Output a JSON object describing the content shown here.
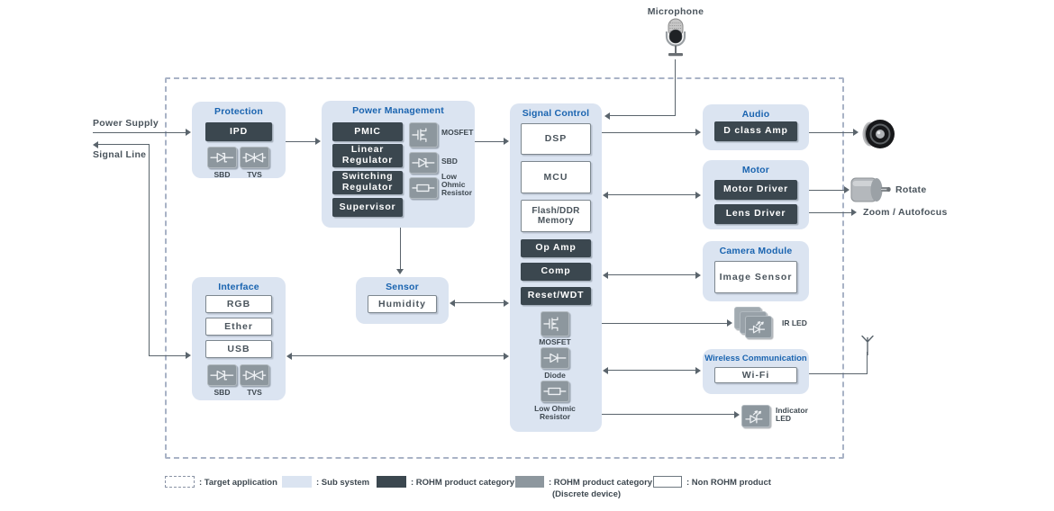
{
  "colors": {
    "subsystem_bg": "#dbe4f1",
    "rohm_dark": "#3b474f",
    "discrete_gray": "#8d979e",
    "title_blue": "#1a64b0",
    "arrow_gray": "#5a646c"
  },
  "external": {
    "microphone": "Microphone",
    "power_supply": "Power Supply",
    "signal_line": "Signal  Line",
    "rotate": "Rotate",
    "zoom_autofocus": "Zoom / Autofocus"
  },
  "subsystems": {
    "protection": {
      "title": "Protection",
      "rohm": [
        "IPD"
      ],
      "discrete": [
        {
          "label": "SBD",
          "icon": "sbd"
        },
        {
          "label": "TVS",
          "icon": "tvs"
        }
      ]
    },
    "power_management": {
      "title": "Power Management",
      "rohm": [
        "PMIC",
        "Linear Regulator",
        "Switching Regulator",
        "Supervisor"
      ],
      "discrete": [
        {
          "label": "MOSFET",
          "icon": "mosfet"
        },
        {
          "label": "SBD",
          "icon": "sbd"
        },
        {
          "label": "Low Ohmic Resistor",
          "icon": "resistor"
        }
      ]
    },
    "signal_control": {
      "title": "Signal Control",
      "non_rohm": [
        "DSP",
        "MCU",
        "Flash/DDR Memory"
      ],
      "rohm": [
        "Op Amp",
        "Comp",
        "Reset/WDT"
      ],
      "discrete": [
        {
          "label": "MOSFET",
          "icon": "mosfet"
        },
        {
          "label": "Diode",
          "icon": "diode"
        },
        {
          "label": "Low Ohmic Resistor",
          "icon": "resistor"
        }
      ]
    },
    "audio": {
      "title": "Audio",
      "rohm": [
        "D class Amp"
      ]
    },
    "motor": {
      "title": "Motor",
      "rohm": [
        "Motor Driver",
        "Lens Driver"
      ]
    },
    "camera_module": {
      "title": "Camera Module",
      "non_rohm": [
        "Image Sensor"
      ]
    },
    "wireless": {
      "title": "Wireless Communication",
      "non_rohm": [
        "Wi-Fi"
      ]
    },
    "interface": {
      "title": "Interface",
      "non_rohm": [
        "RGB",
        "Ether",
        "USB"
      ],
      "discrete": [
        {
          "label": "SBD",
          "icon": "sbd"
        },
        {
          "label": "TVS",
          "icon": "tvs"
        }
      ]
    },
    "sensor": {
      "title": "Sensor",
      "non_rohm": [
        "Humidity"
      ]
    }
  },
  "standalone": {
    "ir_led": {
      "label": "IR LED",
      "icon": "led"
    },
    "indicator_led": {
      "label": "Indicator LED",
      "icon": "led"
    }
  },
  "legend": [
    {
      "label": ": Target application",
      "swatch": "target-application"
    },
    {
      "label": ": Sub system",
      "swatch": "sub-system"
    },
    {
      "label": ": ROHM product category",
      "swatch": "rohm-product"
    },
    {
      "label": ": ROHM product category",
      "label2": "(Discrete device)",
      "swatch": "rohm-discrete"
    },
    {
      "label": ": Non ROHM product",
      "swatch": "non-rohm"
    }
  ]
}
